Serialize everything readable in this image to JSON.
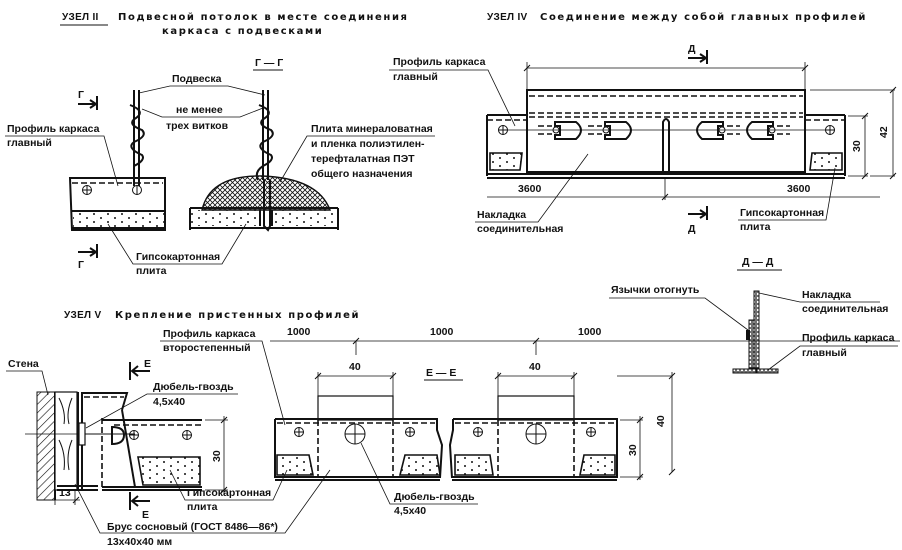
{
  "node2": {
    "label": "УЗЕЛ II",
    "title_line1": "Подвесной потолок в месте соединения",
    "title_line2": "каркаса с подвесками",
    "section_label": "Г — Г",
    "section_marker": "Г",
    "callouts": {
      "hanger": "Подвеска",
      "turns_1": "не менее",
      "turns_2": "трех витков",
      "profile_1": "Профиль каркаса",
      "profile_2": "главный",
      "mineral_1": "Плита минераловатная",
      "mineral_2": "и пленка полиэтилен-",
      "mineral_3": "терефталатная ПЭТ",
      "mineral_4": "общего назначения",
      "gypsum_1": "Гипсокартонная",
      "gypsum_2": "плита"
    }
  },
  "node4": {
    "label": "УЗЕЛ IV",
    "title": "Соединение между собой главных профилей",
    "section_marker": "Д",
    "callouts": {
      "profile_1": "Профиль каркаса",
      "profile_2": "главный",
      "overlay_1": "Накладка",
      "overlay_2": "соединительная",
      "gypsum_1": "Гипсокартонная",
      "gypsum_2": "плита"
    },
    "dimensions": {
      "left_span": "3600",
      "right_span": "3600",
      "height_inner": "30",
      "height_outer": "42"
    }
  },
  "section_dd": {
    "label": "Д — Д",
    "callouts": {
      "tabs": "Язычки отогнуть",
      "overlay_1": "Накладка",
      "overlay_2": "соединительная",
      "profile_1": "Профиль каркаса",
      "profile_2": "главный"
    }
  },
  "node5": {
    "label": "УЗЕЛ V",
    "title": "Крепление пристенных профилей",
    "section_marker": "Е",
    "callouts": {
      "wall": "Стена",
      "profile_1": "Профиль каркаса",
      "profile_2": "второстепенный",
      "dowel_1": "Дюбель-гвоздь",
      "dowel_2": "4,5х40",
      "gypsum_1": "Гипсокартонная",
      "gypsum_2": "плита",
      "beam_1": "Брус сосновый (ГОСТ 8486—86*)",
      "beam_2": "13х40х40 мм"
    },
    "dimensions": {
      "gap": "13",
      "height": "30"
    }
  },
  "section_ee": {
    "label": "Е — Е",
    "callouts": {
      "dowel_1": "Дюбель-гвоздь",
      "dowel_2": "4,5х40"
    },
    "dimensions": {
      "spacing_1": "1000",
      "spacing_2": "1000",
      "spacing_3": "1000",
      "block_width_1": "40",
      "block_width_2": "40",
      "height_inner": "30",
      "height_outer": "40"
    }
  }
}
